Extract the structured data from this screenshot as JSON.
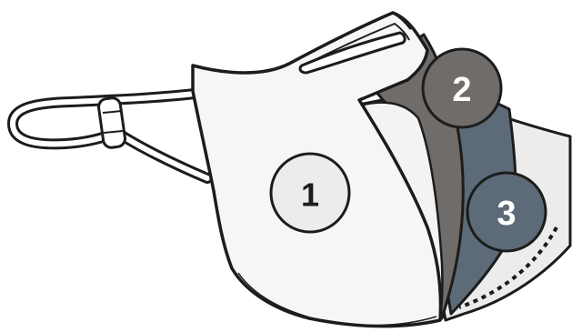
{
  "diagram": {
    "colors": {
      "outline": "#1c1c1c",
      "outer_layer": "#f6f6f6",
      "middle_layer": "#6f6c6a",
      "inner_layer": "#5d6b78",
      "liner": "#ececec",
      "badge_light": "#ececec"
    },
    "badges": [
      {
        "label": "1"
      },
      {
        "label": "2"
      },
      {
        "label": "3"
      }
    ]
  }
}
